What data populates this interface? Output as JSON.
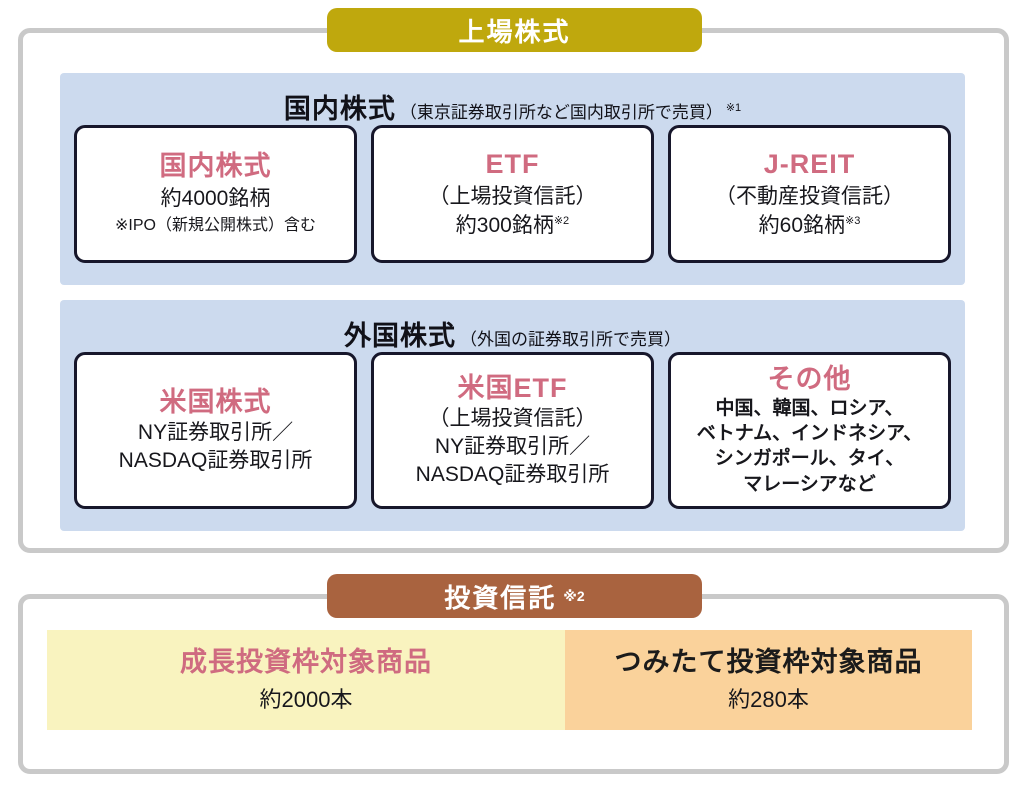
{
  "sections": {
    "listed": {
      "badge_label": "上場株式",
      "badge_color": "#bfa80d",
      "groups": [
        {
          "title": "国内株式",
          "subtitle": "（東京証券取引所など国内取引所で売買）",
          "note": "※1",
          "panel_color": "#ccdaee",
          "cards": [
            {
              "title": "国内株式",
              "line1": "約4000銘柄",
              "line2": "※IPO（新規公開株式）含む",
              "title_color": "#d06b80"
            },
            {
              "title": "ETF",
              "line1": "（上場投資信託）",
              "line2": "約300銘柄",
              "line2_sup": "※2",
              "title_color": "#d06b80"
            },
            {
              "title": "J-REIT",
              "line1": "（不動産投資信託）",
              "line2": "約60銘柄",
              "line2_sup": "※3",
              "title_color": "#d06b80"
            }
          ]
        },
        {
          "title": "外国株式",
          "subtitle": "（外国の証券取引所で売買）",
          "note": "",
          "panel_color": "#ccdaee",
          "cards": [
            {
              "title": "米国株式",
              "line1": "NY証券取引所／",
              "line2": "NASDAQ証券取引所",
              "title_color": "#d06b80"
            },
            {
              "title": "米国ETF",
              "line1": "（上場投資信託）",
              "line2": "NY証券取引所／",
              "line3": "NASDAQ証券取引所",
              "title_color": "#d06b80"
            },
            {
              "title": "その他",
              "line1": "中国、韓国、ロシア、",
              "line2": "ベトナム、インドネシア、",
              "line3": "シンガポール、タイ、",
              "line4": "マレーシアなど",
              "title_color": "#d06b80"
            }
          ]
        }
      ]
    },
    "trust": {
      "badge_label": "投資信託",
      "badge_note": "※2",
      "badge_color": "#a9633f",
      "panels": [
        {
          "title": "成長投資枠対象商品",
          "count": "約2000本",
          "background": "#f9f3bf",
          "title_color": "#cf6b80"
        },
        {
          "title": "つみたて投資枠対象商品",
          "count": "約280本",
          "background": "#fad29b",
          "title_color": "#1b1b1b"
        }
      ]
    }
  }
}
